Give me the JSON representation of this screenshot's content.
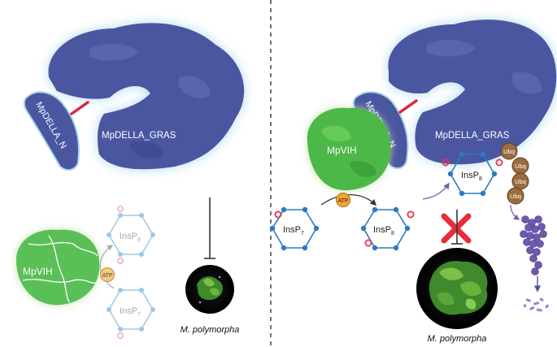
{
  "left_panel": {
    "della_n_label": "MpDELLA_N",
    "della_gras_label": "MpDELLA_GRAS",
    "vih_label": "MpVIH",
    "insp8_label": {
      "base": "InsP",
      "sub": "8"
    },
    "insp7_label": {
      "base": "InsP",
      "sub": "7"
    },
    "atp_label": "ATP",
    "plant_caption": "M. polymorpha"
  },
  "right_panel": {
    "della_n_label": "MpDELLA_N",
    "della_gras_label": "MpDELLA_GRAS",
    "vih_label": "MpVIH",
    "insp7_label": {
      "base": "InsP",
      "sub": "7"
    },
    "insp8_label": {
      "base": "InsP",
      "sub": "8"
    },
    "insp8_bound_label": {
      "base": "InsP",
      "sub": "8"
    },
    "atp_label": "ATP",
    "ubq_labels": [
      "Ubq",
      "Ubq",
      "Ubq",
      "Ubq"
    ],
    "plant_caption": "M. polymorpha"
  },
  "colors": {
    "protein": "#4a56a0",
    "protein_glow": "#a9d6ee",
    "vih": "#4cb848",
    "ring": "#2b7bc0",
    "ring_faded": "#9ec8e6",
    "phosphate": "#e8334a",
    "atp": "#f4a23c",
    "ubq": "#9c6b3f",
    "cross": "#e62d3a",
    "degradation": "#6f58b0"
  }
}
